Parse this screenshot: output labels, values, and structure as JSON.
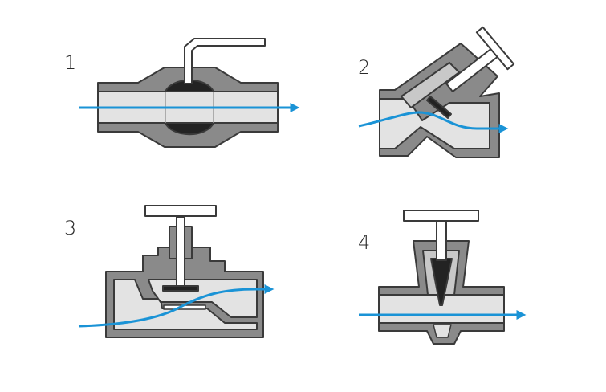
{
  "labels": {
    "valve_1": "1",
    "valve_2": "2",
    "valve_3": "3",
    "valve_4": "4"
  },
  "colors": {
    "body": "#8a8a8a",
    "interior": "#e3e3e3",
    "outline": "#3a3a3a",
    "dark_part": "#232323",
    "handle": "#ffffff",
    "flow": "#1a93d6"
  },
  "icons": {
    "flow": "arrow-right"
  }
}
